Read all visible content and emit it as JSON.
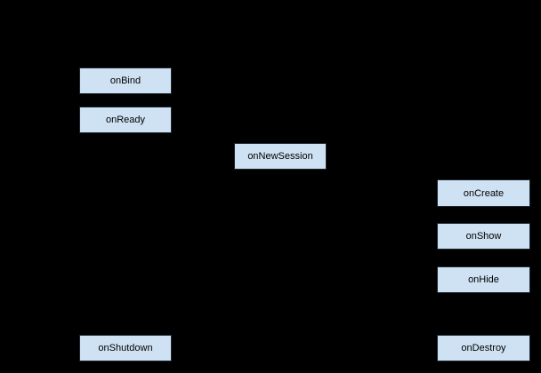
{
  "diagram": {
    "description": "Lifecycle flow diagram on black background; connector lines are not visible",
    "background_color": "#000000",
    "node_fill_color": "#cfe2f3",
    "node_border_color": "#1b2631",
    "node_text_color": "#000000",
    "nodes": [
      {
        "id": "onBind",
        "label": "onBind"
      },
      {
        "id": "onReady",
        "label": "onReady"
      },
      {
        "id": "onNewSession",
        "label": "onNewSession"
      },
      {
        "id": "onCreate",
        "label": "onCreate"
      },
      {
        "id": "onShow",
        "label": "onShow"
      },
      {
        "id": "onHide",
        "label": "onHide"
      },
      {
        "id": "onDestroy",
        "label": "onDestroy"
      },
      {
        "id": "onShutdown",
        "label": "onShutdown"
      }
    ]
  }
}
